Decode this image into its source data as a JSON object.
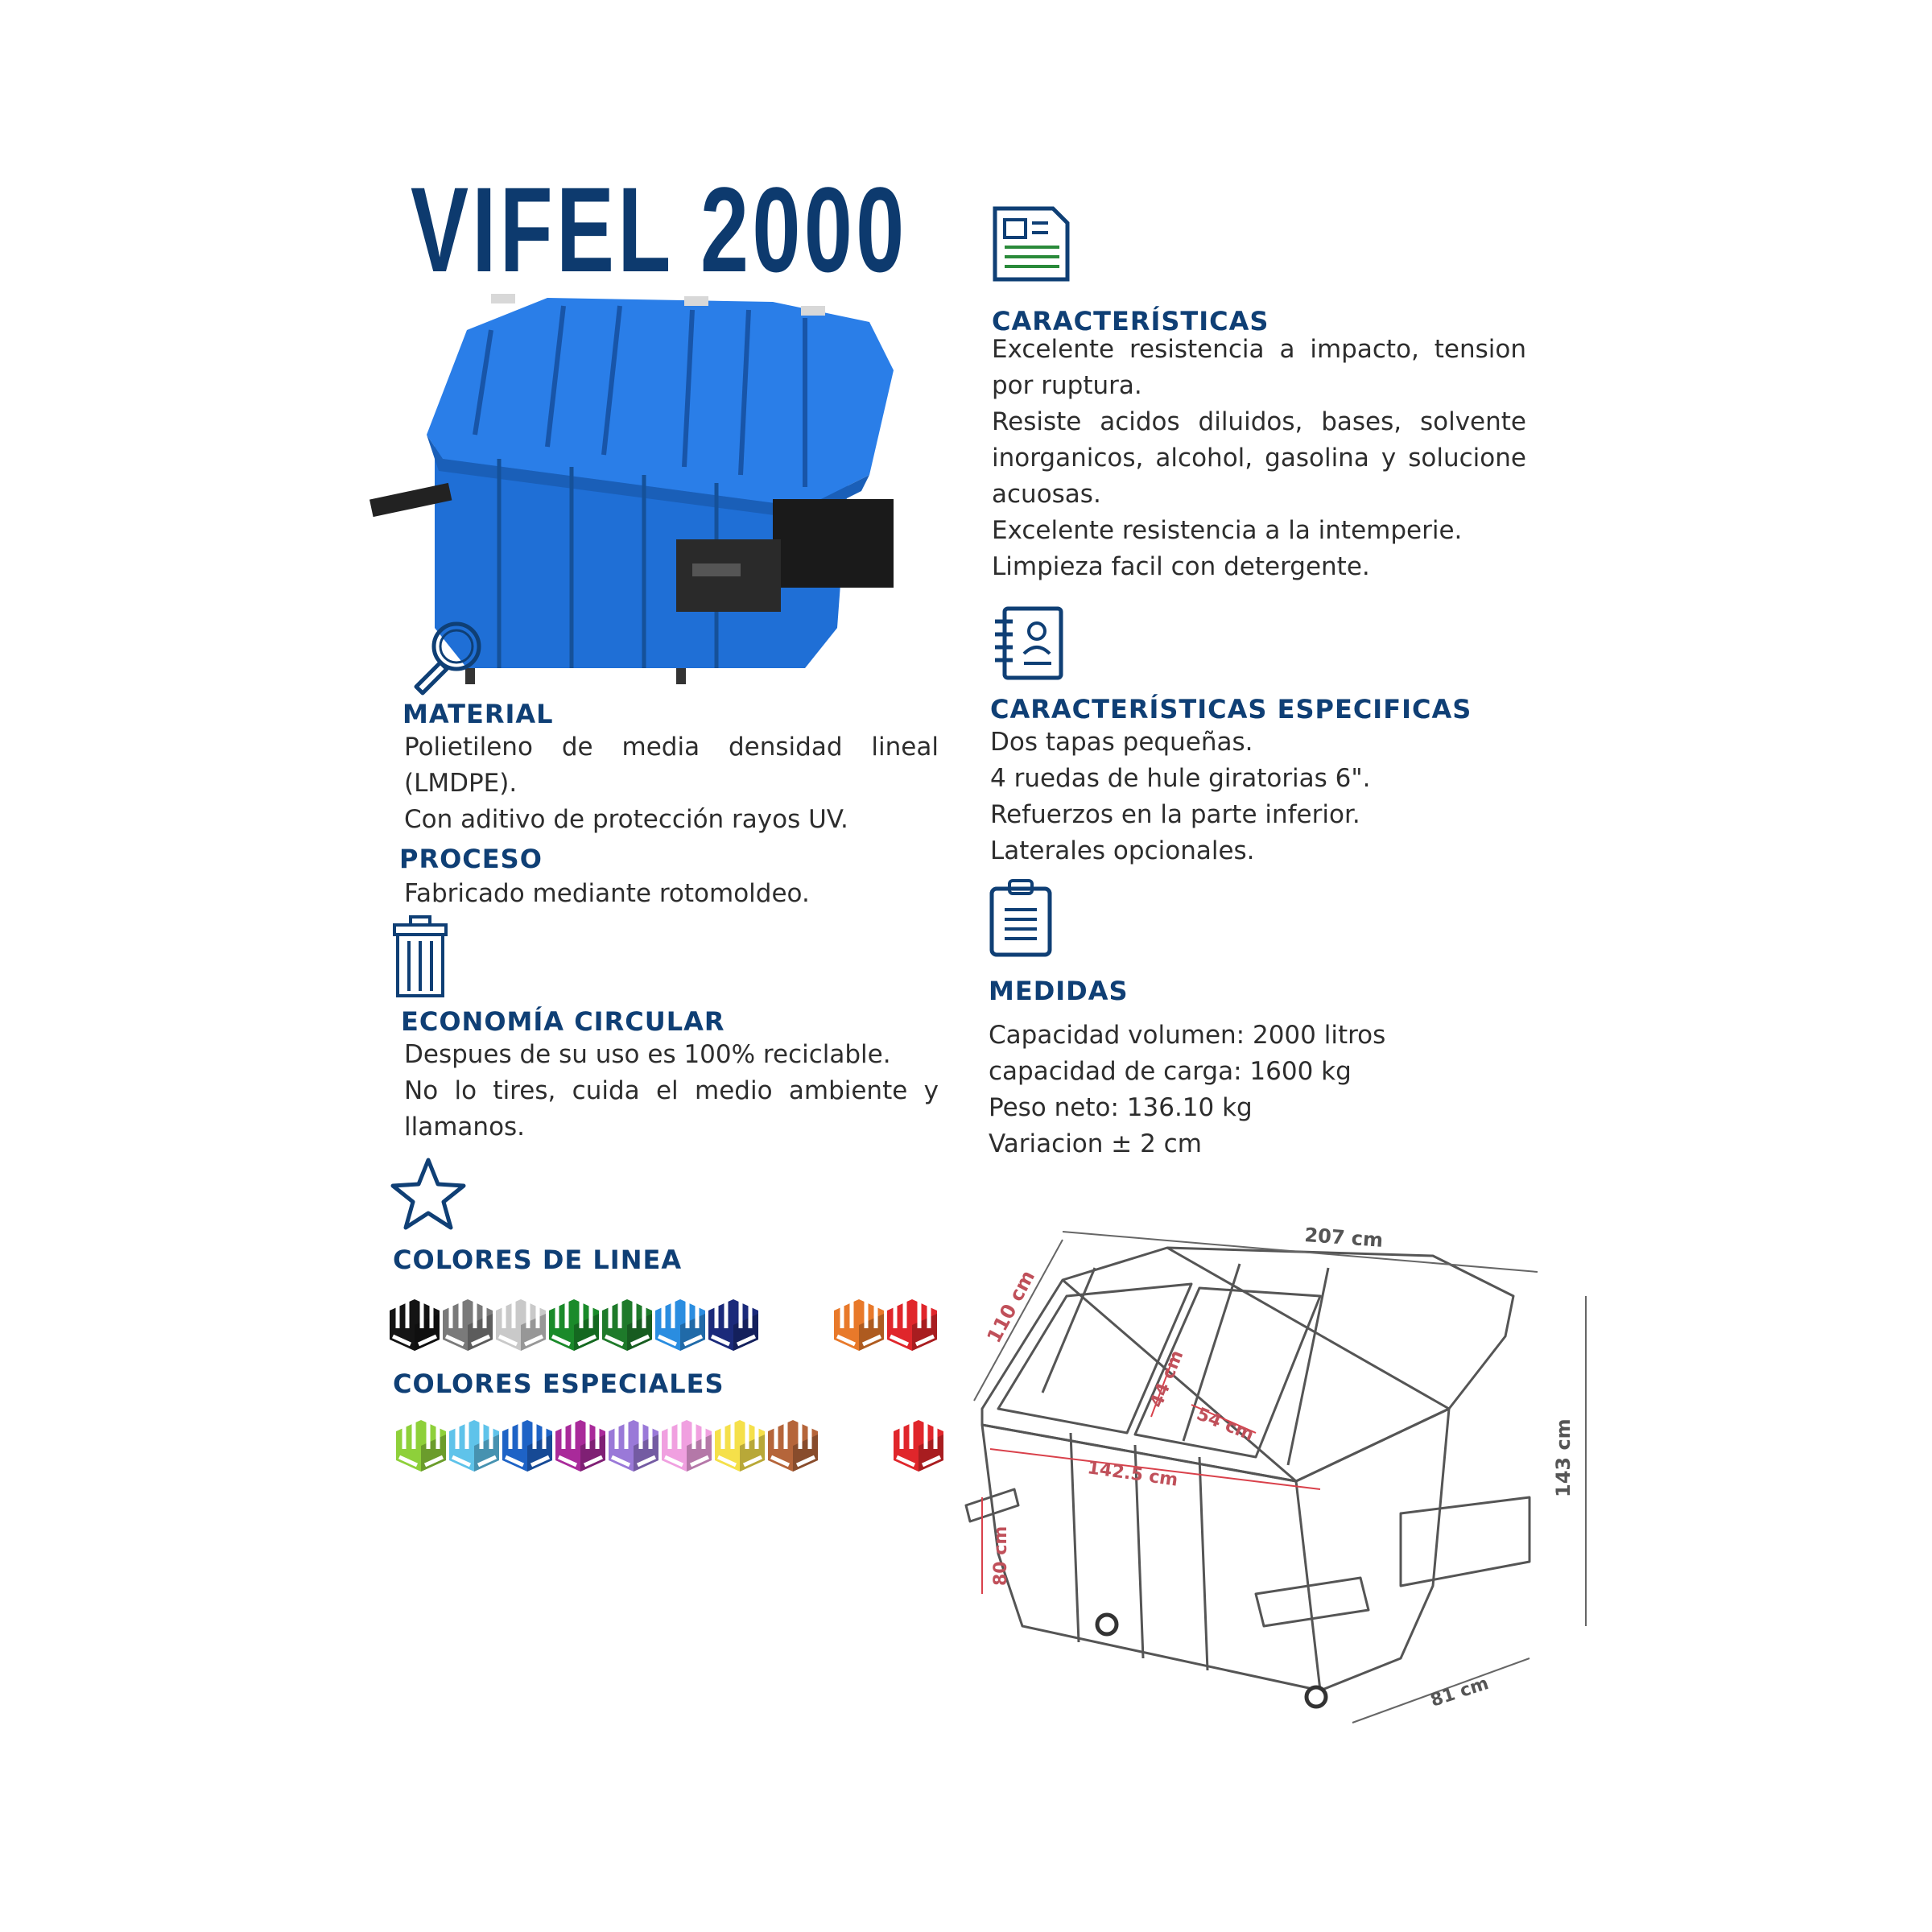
{
  "title": "VIFEL 2000",
  "sections": {
    "material": {
      "heading": "MATERIAL",
      "lines": [
        "Polietileno de media densidad lineal",
        "(LMDPE).",
        "Con aditivo de protección rayos UV."
      ]
    },
    "proceso": {
      "heading": "PROCESO",
      "lines": [
        "Fabricado mediante rotomoldeo."
      ]
    },
    "economia": {
      "heading": "ECONOMÍA CIRCULAR",
      "lines": [
        "Despues de su uso es 100% reciclable.",
        "No lo tires, cuida el medio ambiente y",
        "llamanos."
      ]
    },
    "colores_linea": {
      "heading": "COLORES DE LINEA"
    },
    "colores_especiales": {
      "heading": "COLORES ESPECIALES"
    },
    "caracteristicas": {
      "heading": "CARACTERÍSTICAS",
      "lines": [
        "Excelente resistencia a impacto, tension",
        "por ruptura.",
        "Resiste acidos diluidos, bases, solvente",
        "inorganicos, alcohol, gasolina y solucione",
        "acuosas.",
        "Excelente resistencia a la intemperie.",
        "Limpieza facil con detergente."
      ]
    },
    "especificas": {
      "heading": "CARACTERÍSTICAS ESPECIFICAS",
      "lines": [
        "Dos tapas pequeñas.",
        "4 ruedas de hule giratorias 6\".",
        "Refuerzos en la parte inferior.",
        "Laterales opcionales."
      ]
    },
    "medidas": {
      "heading": "MEDIDAS",
      "lines": [
        "Capacidad volumen: 2000 litros",
        "capacidad de carga: 1600 kg",
        "Peso neto: 136.10 kg",
        "Variacion ± 2 cm"
      ]
    }
  },
  "diagram_labels": {
    "width": "207 cm",
    "height": "143 cm",
    "depth": "110 cm",
    "lid_a": "44 cm",
    "lid_b": "54 cm",
    "front": "142.5 cm",
    "side": "80 cm",
    "base": "81 cm"
  },
  "icons": {
    "material": "magnifier-icon",
    "economia": "trash-bin-icon",
    "colores": "star-icon",
    "caracteristicas": "document-icon",
    "especificas": "notebook-icon",
    "medidas": "clipboard-icon"
  },
  "colors": {
    "brand_heading": "#0f3f75",
    "container_blue": "#1f6fd6",
    "linea": [
      "#141414",
      "#7a7a7a",
      "#c9c9c9",
      "#1a8a2a",
      "#1e7a2a",
      "#2a8de0",
      "#1b2a7a",
      "#e8792a",
      "#e0262b"
    ],
    "especiales": [
      "#8ed03a",
      "#5fc3ea",
      "#1e63c6",
      "#a92a9a",
      "#9a79d8",
      "#f0a0e0",
      "#f5e04a",
      "#b5653a",
      "#e0262b"
    ]
  }
}
